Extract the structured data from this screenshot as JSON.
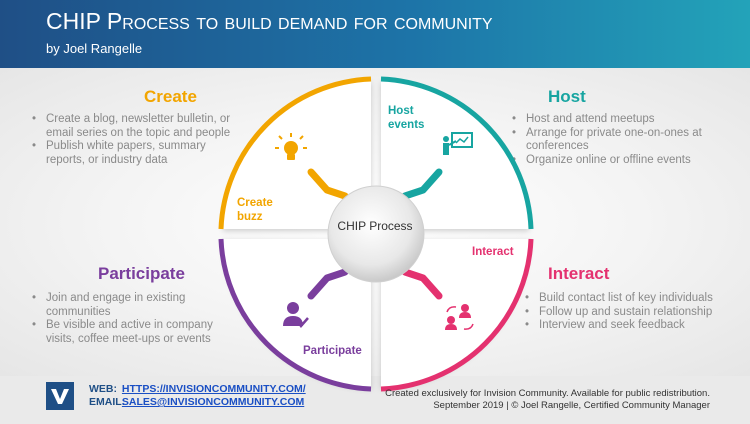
{
  "header": {
    "title": "CHIP Process to build demand for community",
    "author": "by Joel Rangelle"
  },
  "colors": {
    "create": "#f2a500",
    "host": "#17a5a1",
    "interact": "#e4316f",
    "participate": "#7a3e9d",
    "header_start": "#1f4f86",
    "header_end": "#23a3b9"
  },
  "sections": {
    "create": {
      "heading": "Create",
      "bullets": [
        "Create a blog, newsletter bulletin, or email series on the topic and people",
        "Publish white papers, summary reports, or industry data"
      ]
    },
    "host": {
      "heading": "Host",
      "bullets": [
        "Host and attend meetups",
        "Arrange for private one-on-ones at conferences",
        "Organize online or offline events"
      ]
    },
    "participate": {
      "heading": "Participate",
      "bullets": [
        "Join and engage in existing communities",
        "Be visible and active in company visits, coffee meet-ups or events"
      ]
    },
    "interact": {
      "heading": "Interact",
      "bullets": [
        "Build contact list of key individuals",
        "Follow up and sustain relationship",
        "Interview and seek feedback"
      ]
    }
  },
  "diagram": {
    "center": "CHIP Process",
    "segments": {
      "host": {
        "label": "Host events",
        "icon": "presentation-icon"
      },
      "interact": {
        "label": "Interact",
        "icon": "people-exchange-icon"
      },
      "participate": {
        "label": "Participate",
        "icon": "person-check-icon"
      },
      "create": {
        "label": "Create buzz",
        "icon": "lightbulb-icon"
      }
    }
  },
  "footer": {
    "logo_icon": "invision-logo-icon",
    "web_label": "WEB:",
    "web_url": "HTTPS://INVISIONCOMMUNITY.COM/",
    "email_label": "EMAIL:",
    "email": "SALES@INVISIONCOMMUNITY.COM",
    "note_line1": "Created exclusively for Invision Community. Available for public redistribution.",
    "note_line2": "September 2019 | © Joel Rangelle, Certified Community Manager"
  }
}
